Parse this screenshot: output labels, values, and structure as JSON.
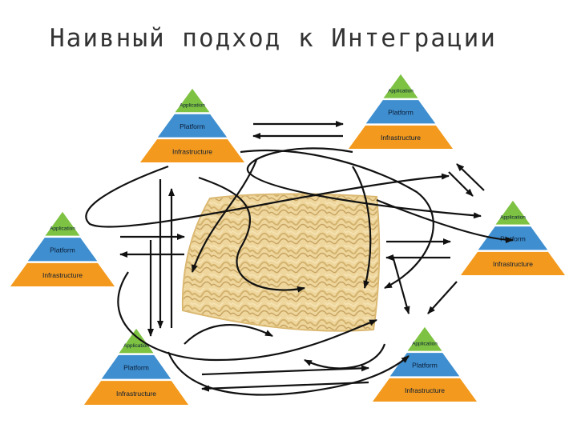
{
  "title": "Наивный подход к Интеграции",
  "stack_layers": {
    "application": "Application",
    "platform": "Platform",
    "infrastructure": "Infrastructure"
  },
  "colors": {
    "application": "#7dc242",
    "platform": "#3f8fd0",
    "infrastructure": "#f39a1e",
    "arrows": "#111111",
    "noodles": "#e9cf8f"
  },
  "stacks": [
    {
      "id": "top-left"
    },
    {
      "id": "top-right"
    },
    {
      "id": "mid-left"
    },
    {
      "id": "mid-right"
    },
    {
      "id": "bottom-left"
    },
    {
      "id": "bottom-right"
    }
  ]
}
